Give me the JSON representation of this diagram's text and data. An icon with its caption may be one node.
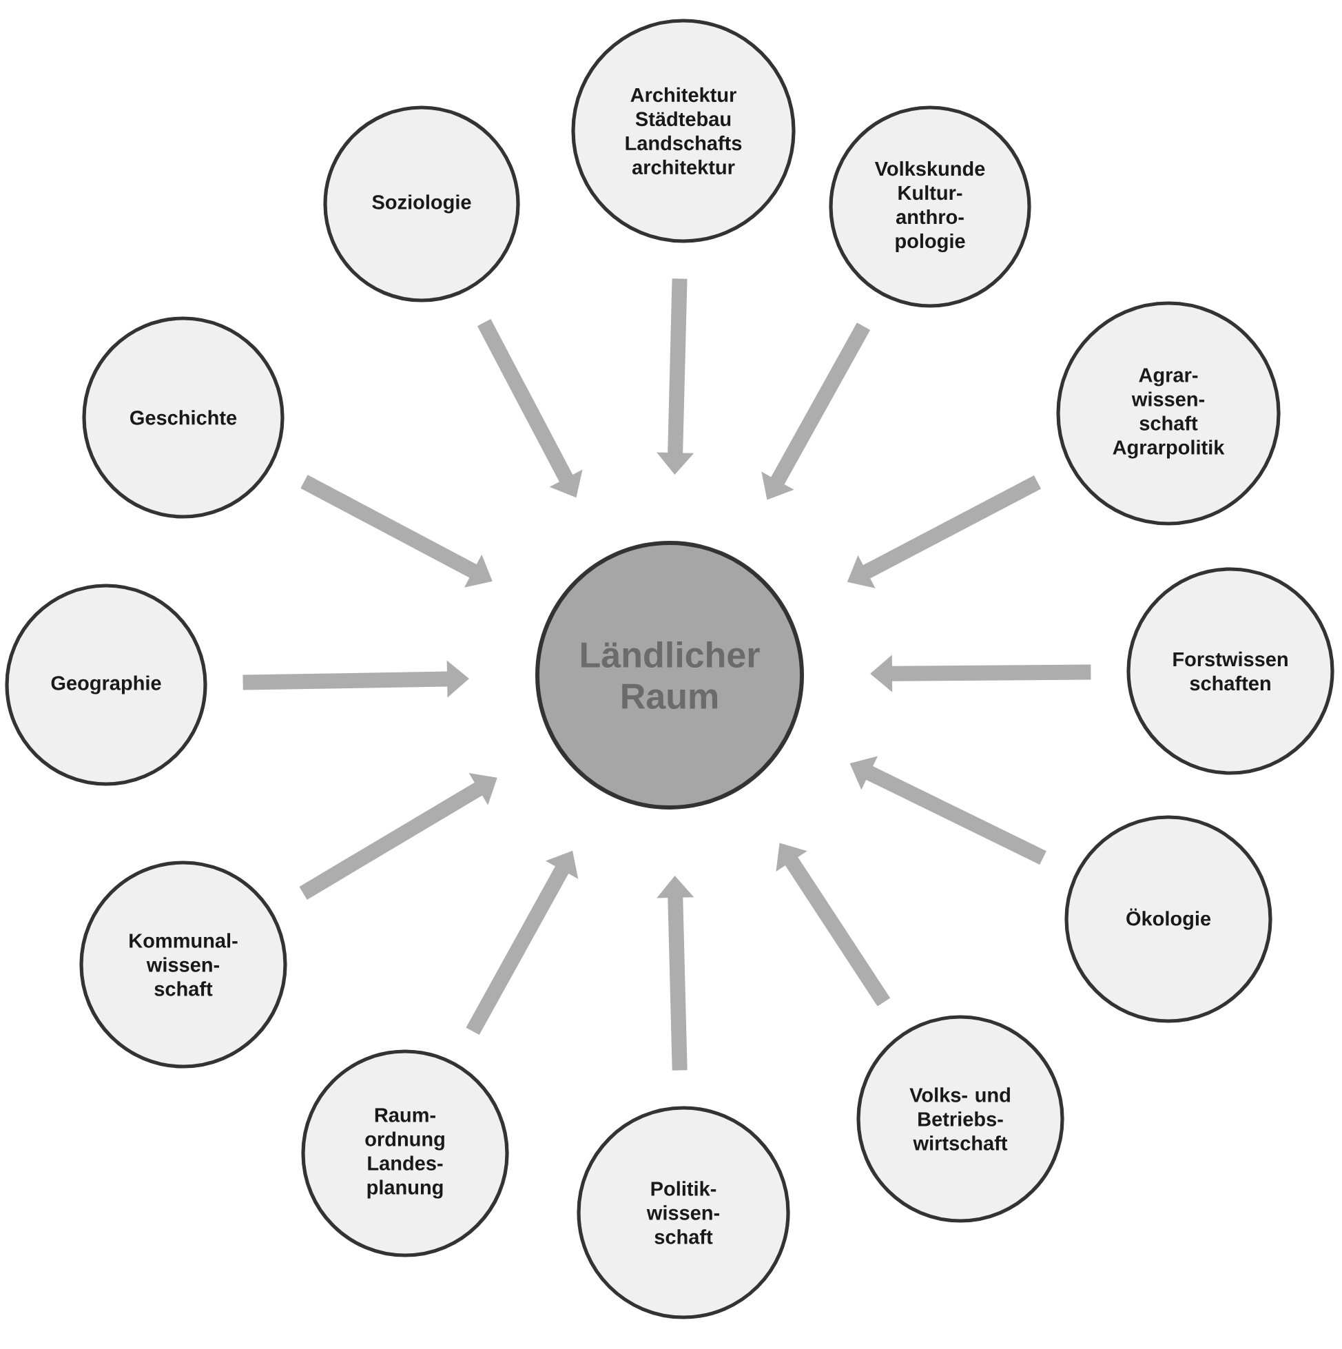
{
  "diagram": {
    "nodes": [
      {
        "text": [
          "Ländlicher Raum"
        ]
      },
      {
        "text": [
          "Soziologie"
        ]
      },
      {
        "text": [
          "Architektur Städtebau Landschafts architektur"
        ]
      },
      {
        "text": [
          "Volkskunde Kultur- anthro- pologie"
        ]
      },
      {
        "text": [
          "Agrar- wissen- schaft Agrarpolitik"
        ]
      },
      {
        "text": [
          "Forstwissen schaften"
        ]
      },
      {
        "text": [
          "Ökologie"
        ]
      },
      {
        "text": [
          "Volks- und Betriebs- wirtschaft"
        ]
      },
      {
        "text": [
          "Politik- wissen- schaft"
        ]
      },
      {
        "text": [
          "Raum- ordnung Landes- planung"
        ]
      },
      {
        "text": [
          "Kommunal- wissen- schaft"
        ]
      },
      {
        "text": [
          "Geographie"
        ]
      },
      {
        "text": [
          "Geschichte"
        ]
      }
    ],
    "edges": [
      {
        "from": 1,
        "to": 0,
        "arrow": "to"
      },
      {
        "from": 2,
        "to": 0,
        "arrow": "to"
      },
      {
        "from": 3,
        "to": 0,
        "arrow": "to"
      },
      {
        "from": 4,
        "to": 0,
        "arrow": "to"
      },
      {
        "from": 5,
        "to": 0,
        "arrow": "to"
      },
      {
        "from": 6,
        "to": 0,
        "arrow": "to"
      },
      {
        "from": 7,
        "to": 0,
        "arrow": "to"
      },
      {
        "from": 8,
        "to": 0,
        "arrow": "to"
      },
      {
        "from": 9,
        "to": 0,
        "arrow": "to"
      },
      {
        "from": 10,
        "to": 0,
        "arrow": "to"
      },
      {
        "from": 11,
        "to": 0,
        "arrow": "to"
      },
      {
        "from": 12,
        "to": 0,
        "arrow": "to"
      }
    ]
  }
}
